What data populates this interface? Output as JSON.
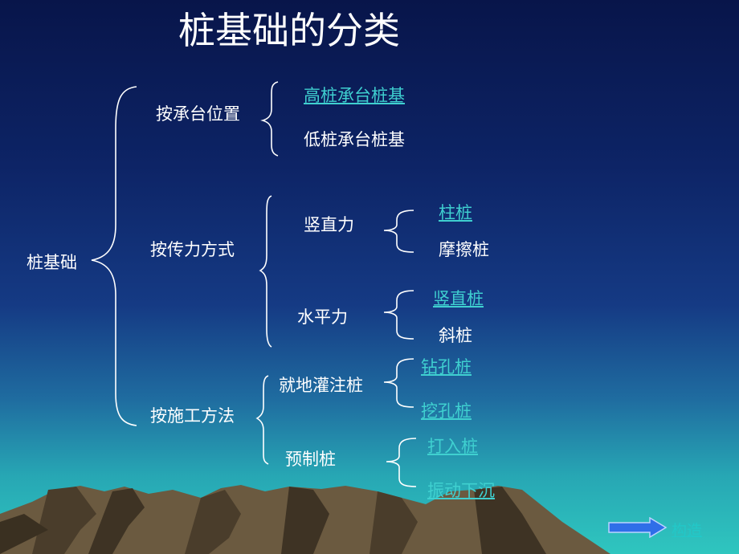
{
  "slide": {
    "title": "桩基础的分类",
    "root": "桩基础",
    "categories": {
      "cap": {
        "label": "按承台位置",
        "items": {
          "high": "高桩承台桩基",
          "low": "低桩承台桩基"
        }
      },
      "force": {
        "label": "按传力方式",
        "vertical": {
          "label": "竖直力",
          "items": {
            "end": "柱桩",
            "friction": "摩擦桩"
          }
        },
        "horizontal": {
          "label": "水平力",
          "items": {
            "vertical_pile": "竖直桩",
            "inclined": "斜桩"
          }
        }
      },
      "method": {
        "label": "按施工方法",
        "cast": {
          "label": "就地灌注桩",
          "items": {
            "drilled": "钻孔桩",
            "dug": "挖孔桩"
          }
        },
        "precast": {
          "label": "预制桩",
          "items": {
            "driven": "打入桩",
            "vibrated": "振动下沉"
          }
        }
      }
    },
    "nav": {
      "next_label": "构造"
    },
    "colors": {
      "text": "#ffffff",
      "link": "#3fd0d0",
      "bracket": "#ffffff"
    }
  }
}
